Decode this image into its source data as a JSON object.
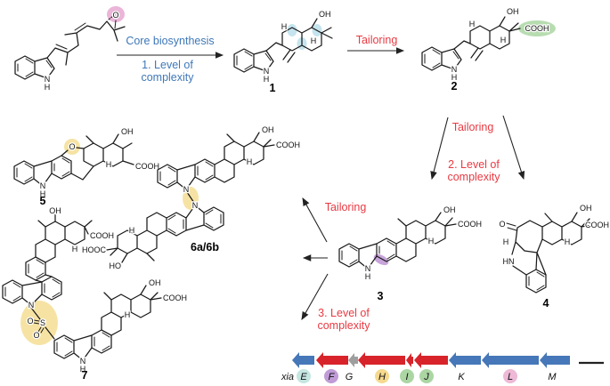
{
  "colors": {
    "flow_blue": "#3f78b8",
    "flow_red": "#e83a42",
    "bond": "#1a1a1a",
    "hl_pink": "#eab5d8",
    "hl_blue": "#c5e4ee",
    "hl_green": "#b7dcb0",
    "hl_purple": "#c7a4da",
    "hl_yellow": "#f6e3a4",
    "gene_blue": "#4677b8",
    "gene_red": "#d8232a",
    "gene_gray": "#9e9e9e"
  },
  "flow": {
    "core_biosynthesis": "Core biosynthesis",
    "level1_line1": "1. Level of",
    "level1_line2": "complexity",
    "tailoring_top": "Tailoring",
    "tailoring_right": "Tailoring",
    "tailoring_mid": "Tailoring",
    "level2_line1": "2. Level of",
    "level2_line2": "complexity",
    "level3_line1": "3. Level of",
    "level3_line2": "complexity"
  },
  "compounds": {
    "start": {
      "o": "O",
      "n": "N",
      "nh": "H"
    },
    "c1": {
      "label": "1",
      "oh": "OH",
      "n": "N",
      "nh": "H",
      "ha": "H",
      "hb": "H"
    },
    "c2": {
      "label": "2",
      "oh": "OH",
      "cooh": "COOH",
      "n": "N",
      "nh": "H",
      "ha": "H",
      "hb": "H"
    },
    "c3": {
      "label": "3",
      "oh": "OH",
      "cooh": "COOH",
      "n": "N",
      "nh": "H",
      "ha": "H"
    },
    "c4": {
      "label": "4",
      "oh": "OH",
      "cooh": "COOH",
      "o": "O",
      "hn": "HN",
      "ha": "H",
      "hb": "H"
    },
    "c5": {
      "label": "5",
      "o": "O",
      "oh": "OH",
      "cooh": "COOH",
      "n": "N",
      "nh": "H",
      "ha": "H"
    },
    "c6": {
      "label": "6a/6b",
      "oh": "OH",
      "cooh": "COOH",
      "hooc": "HOOC",
      "ho": "HO",
      "n1": "N",
      "n2": "N",
      "ha": "H",
      "hb": "H"
    },
    "c7": {
      "label": "7",
      "oh_top": "OH",
      "cooh_top": "COOH",
      "oh_bot": "OH",
      "cooh_bot": "COOH",
      "n1": "N",
      "n2": "N",
      "nh": "H",
      "s": "S",
      "o1": "O",
      "o2": "O",
      "ha": "H",
      "hb": "H"
    }
  },
  "gene_cluster": {
    "prefix": "xia",
    "genes": [
      {
        "letter": "E",
        "arrow_fill": "#4677b8",
        "badge_fill": "#c5e6e2"
      },
      {
        "letter": "F",
        "arrow_fill": "#d8232a",
        "badge_fill": "#c09bd6"
      },
      {
        "letter": "G",
        "arrow_fill": "#9e9e9e",
        "badge_fill": "none"
      },
      {
        "letter": "H",
        "arrow_fill": "#d8232a",
        "badge_fill": "#f5d98e"
      },
      {
        "letter": "I",
        "arrow_fill": "#d8232a",
        "badge_fill": "#abd6a3"
      },
      {
        "letter": "J",
        "arrow_fill": "#d8232a",
        "badge_fill": "#abd6a3"
      },
      {
        "letter": "K",
        "arrow_fill": "#4677b8",
        "badge_fill": "none"
      },
      {
        "letter": "L",
        "arrow_fill": "#4677b8",
        "badge_fill": "#edb9d6"
      },
      {
        "letter": "M",
        "arrow_fill": "#4677b8",
        "badge_fill": "none"
      }
    ]
  }
}
